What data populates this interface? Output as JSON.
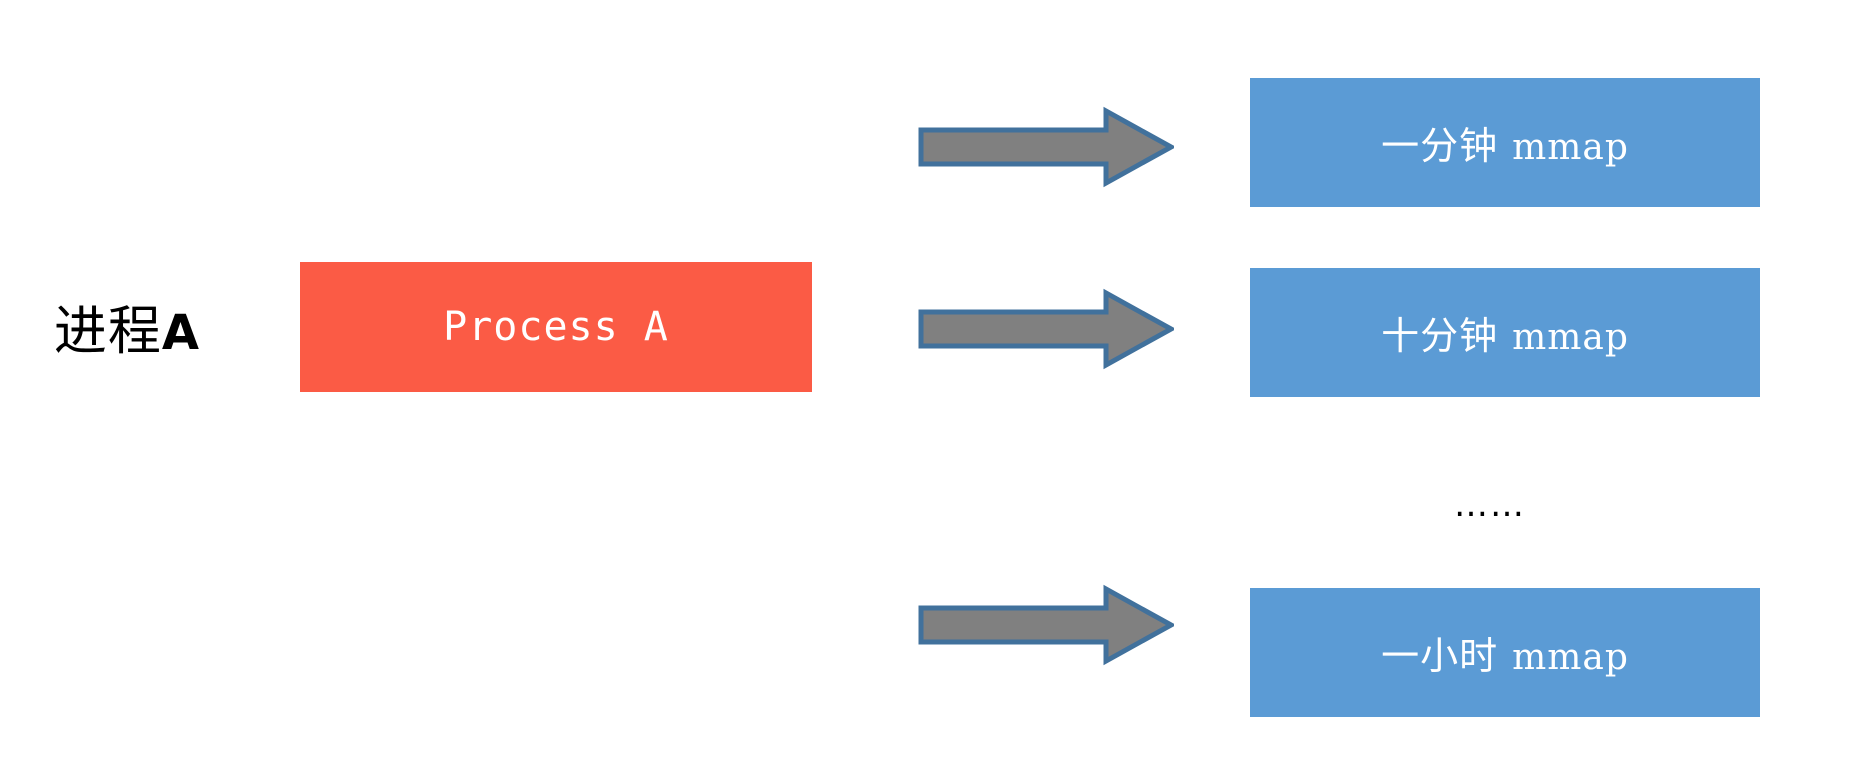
{
  "diagram": {
    "title": "Process A periodic mmap diagram",
    "background_color": "#ffffff",
    "process_label": {
      "cjk": "进程",
      "latin": "A"
    },
    "process_box": {
      "label": "Process A",
      "fill_color": "#fb5b45",
      "text_color": "#ffffff"
    },
    "arrow_style": {
      "fill_color": "#808080",
      "border_color": "#41719c",
      "icon": "right-arrow-icon"
    },
    "ellipsis": "……",
    "mmap_boxes": [
      {
        "cjk": "一分钟",
        "suffix": "mmap",
        "fill_color": "#5b9bd5",
        "text_color": "#ffffff"
      },
      {
        "cjk": "十分钟",
        "suffix": "mmap",
        "fill_color": "#5b9bd5",
        "text_color": "#ffffff"
      },
      {
        "cjk": "一小时",
        "suffix": "mmap",
        "fill_color": "#5b9bd5",
        "text_color": "#ffffff"
      }
    ]
  }
}
